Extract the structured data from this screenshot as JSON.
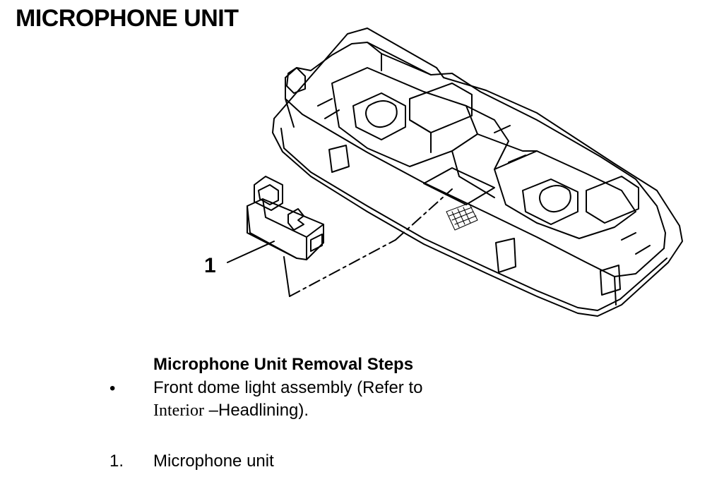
{
  "title": "MICROPHONE UNIT",
  "figure": {
    "callout": "1"
  },
  "steps": {
    "heading": "Microphone Unit Removal Steps",
    "bullet_symbol": "•",
    "bullet_text_before": "Front dome light assembly (Refer to ",
    "bullet_ref": "Interior",
    "bullet_text_after": " –Headlining).",
    "items": [
      {
        "number": "1.",
        "text": "Microphone unit"
      }
    ]
  }
}
